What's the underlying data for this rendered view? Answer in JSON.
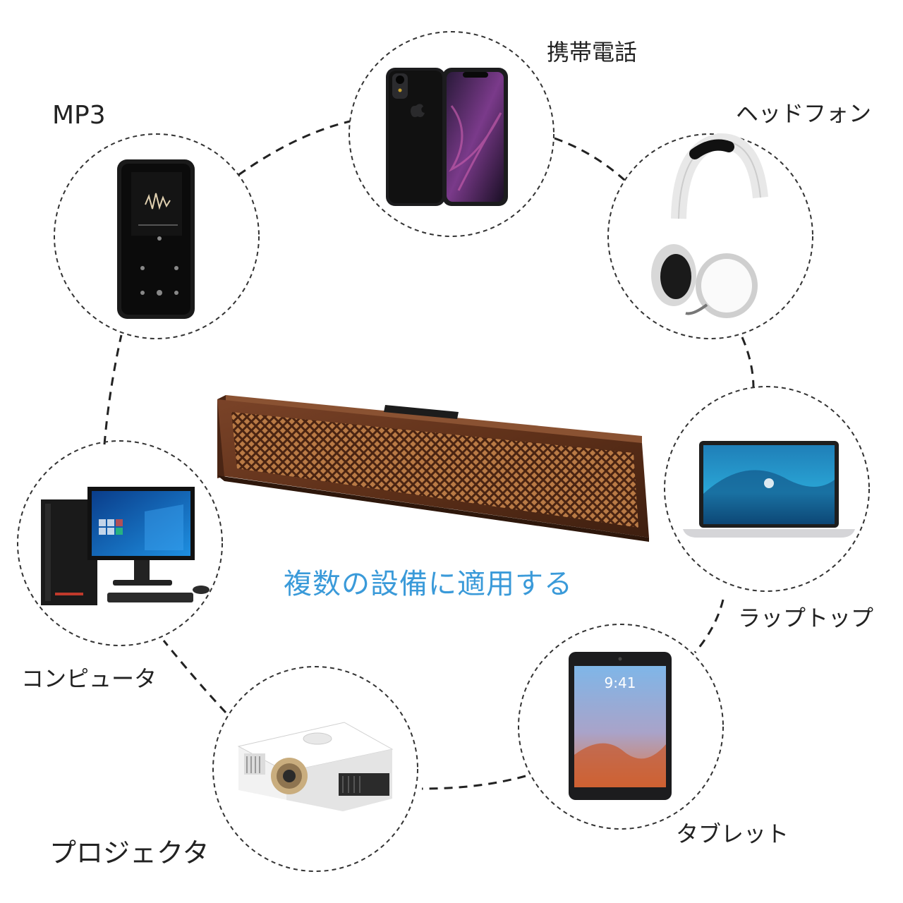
{
  "caption": {
    "text": "複数の設備に適用する",
    "color": "#3a9ad9"
  },
  "devices": {
    "phone": {
      "label": "携帯電話",
      "icon": "smartphone-icon"
    },
    "mp3": {
      "label": "MP3",
      "icon": "mp3-player-icon"
    },
    "headphones": {
      "label": "ヘッドフォン",
      "icon": "headphones-icon"
    },
    "laptop": {
      "label": "ラップトップ",
      "icon": "laptop-icon"
    },
    "computer": {
      "label": "コンピュータ",
      "icon": "desktop-computer-icon"
    },
    "tablet": {
      "label": "タブレット",
      "icon": "tablet-icon"
    },
    "projector": {
      "label": "プロジェクタ",
      "icon": "projector-icon"
    }
  },
  "product": {
    "icon": "wooden-soundbar-icon"
  },
  "colors": {
    "wood": "#6b3a22",
    "wood_dark": "#3e1f10",
    "grille": "#a86a3a",
    "dash": "#222222"
  }
}
